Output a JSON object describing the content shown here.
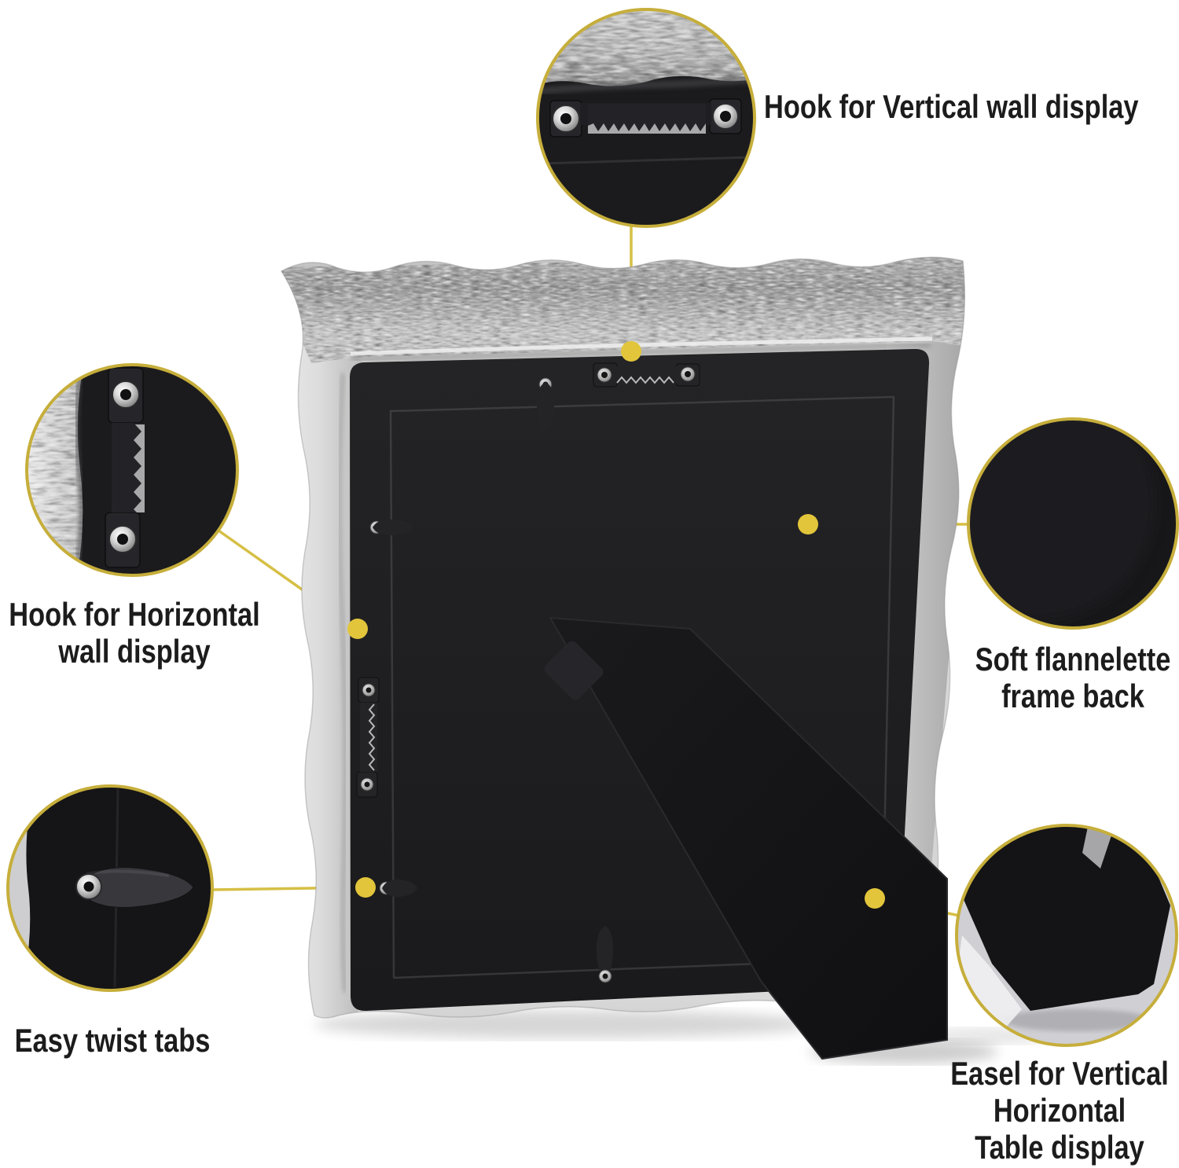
{
  "labels": {
    "hook_vertical": "Hook for Vertical wall display",
    "hook_horizontal_1": "Hook for Horizontal",
    "hook_horizontal_2": "wall display",
    "flannelette_1": "Soft flannelette",
    "flannelette_2": "frame back",
    "twist_tabs": "Easy twist tabs",
    "easel_1": "Easel for Vertical",
    "easel_2": "Horizontal",
    "easel_3": "Table display"
  },
  "colors": {
    "accent": "#d6bf45",
    "dot": "#e2c53b",
    "ring": "#c6ae3b",
    "text": "#1c1c1c",
    "frame_silver": "#d5d5d5",
    "panel_black": "#1c1c1e"
  }
}
